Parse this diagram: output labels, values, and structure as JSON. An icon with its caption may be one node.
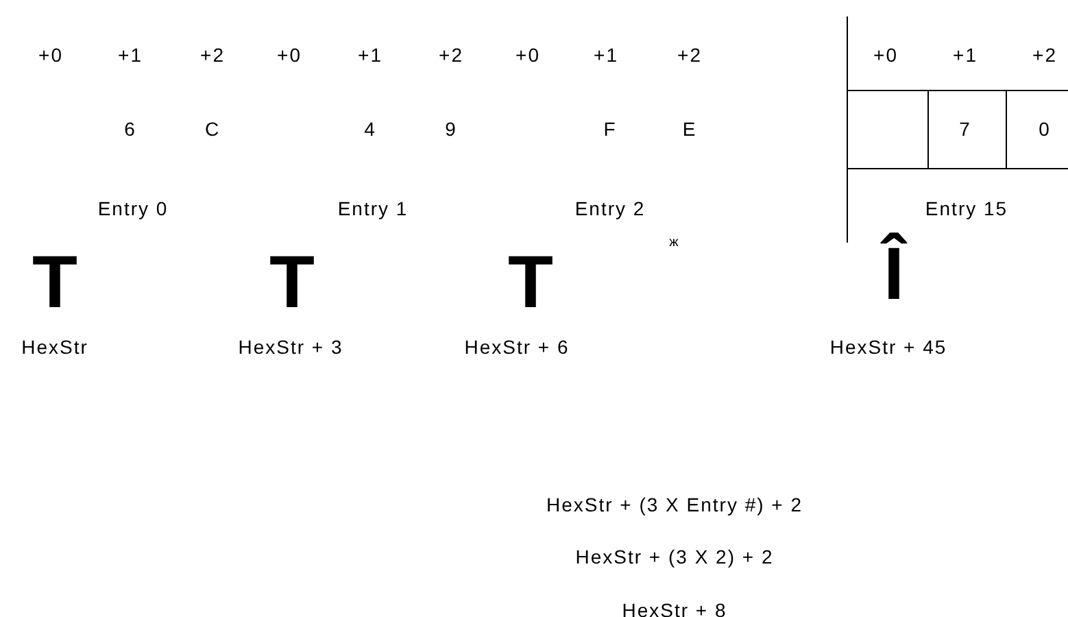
{
  "diagram": {
    "labels": [
      "+0",
      "+1",
      "+2",
      "+0",
      "+1",
      "+2",
      "+0",
      "+1",
      "+2",
      "+0",
      "+1",
      "+2",
      "6",
      "C",
      "4",
      "9",
      "F",
      "E",
      "7",
      "0",
      "Entry 0",
      "Entry 1",
      "Entry 2",
      "Entry 15",
      "ж",
      "T",
      "T",
      "T",
      "Î",
      "HexStr",
      "HexStr + 3",
      "HexStr + 6",
      "HexStr + 45",
      "HexStr + (3 X Entry #) + 2",
      "HexStr + (3 X 2) + 2",
      "HexStr + 8"
    ]
  }
}
